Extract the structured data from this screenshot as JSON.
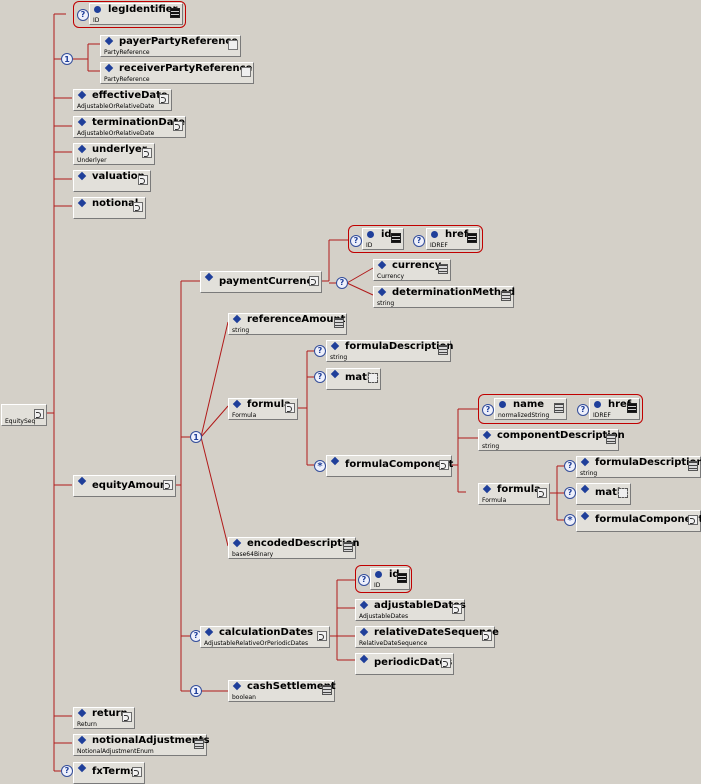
{
  "root": {
    "name": "",
    "type": "EquitySeq"
  },
  "elements": {
    "legIdentifier": {
      "name": "legIdentifier",
      "type": "ID"
    },
    "payerPartyReference": {
      "name": "payerPartyReference",
      "type": "PartyReference"
    },
    "receiverPartyReference": {
      "name": "receiverPartyReference",
      "type": "PartyReference"
    },
    "effectiveDate": {
      "name": "effectiveDate",
      "type": "AdjustableOrRelativeDate"
    },
    "terminationDate": {
      "name": "terminationDate",
      "type": "AdjustableOrRelativeDate"
    },
    "underlyer": {
      "name": "underlyer",
      "type": "Underlyer"
    },
    "valuation": {
      "name": "valuation",
      "type": ""
    },
    "notional": {
      "name": "notional",
      "type": ""
    },
    "equityAmount": {
      "name": "equityAmount",
      "type": ""
    },
    "paymentCurrency": {
      "name": "paymentCurrency",
      "type": ""
    },
    "pcId": {
      "name": "id",
      "type": "ID"
    },
    "pcHref": {
      "name": "href",
      "type": "IDREF"
    },
    "currency": {
      "name": "currency",
      "type": "Currency"
    },
    "determinationMethod": {
      "name": "determinationMethod",
      "type": "string"
    },
    "referenceAmount": {
      "name": "referenceAmount",
      "type": "string"
    },
    "formula": {
      "name": "formula",
      "type": "Formula"
    },
    "formulaDescription": {
      "name": "formulaDescription",
      "type": "string"
    },
    "math": {
      "name": "math",
      "type": ""
    },
    "formulaComponent": {
      "name": "formulaComponent",
      "type": ""
    },
    "fcName": {
      "name": "name",
      "type": "normalizedString"
    },
    "fcHref": {
      "name": "href",
      "type": "IDREF"
    },
    "componentDescription": {
      "name": "componentDescription",
      "type": "string"
    },
    "formula2": {
      "name": "formula",
      "type": "Formula"
    },
    "formulaDescription2": {
      "name": "formulaDescription",
      "type": "string"
    },
    "math2": {
      "name": "math",
      "type": ""
    },
    "formulaComponent2": {
      "name": "formulaComponent",
      "type": ""
    },
    "encodedDescription": {
      "name": "encodedDescription",
      "type": "base64Binary"
    },
    "calculationDates": {
      "name": "calculationDates",
      "type": "AdjustableRelativeOrPeriodicDates"
    },
    "cdId": {
      "name": "id",
      "type": "ID"
    },
    "adjustableDates": {
      "name": "adjustableDates",
      "type": "AdjustableDates"
    },
    "relativeDateSequence": {
      "name": "relativeDateSequence",
      "type": "RelativeDateSequence"
    },
    "periodicDates": {
      "name": "periodicDates",
      "type": ""
    },
    "cashSettlement": {
      "name": "cashSettlement",
      "type": "boolean"
    },
    "return": {
      "name": "return",
      "type": "Return"
    },
    "notionalAdjustments": {
      "name": "notionalAdjustments",
      "type": "NotionalAdjustmentEnum"
    },
    "fxTerms": {
      "name": "fxTerms",
      "type": ""
    }
  },
  "symbols": {
    "optional": "?",
    "choice": "1",
    "unbounded": "*"
  }
}
